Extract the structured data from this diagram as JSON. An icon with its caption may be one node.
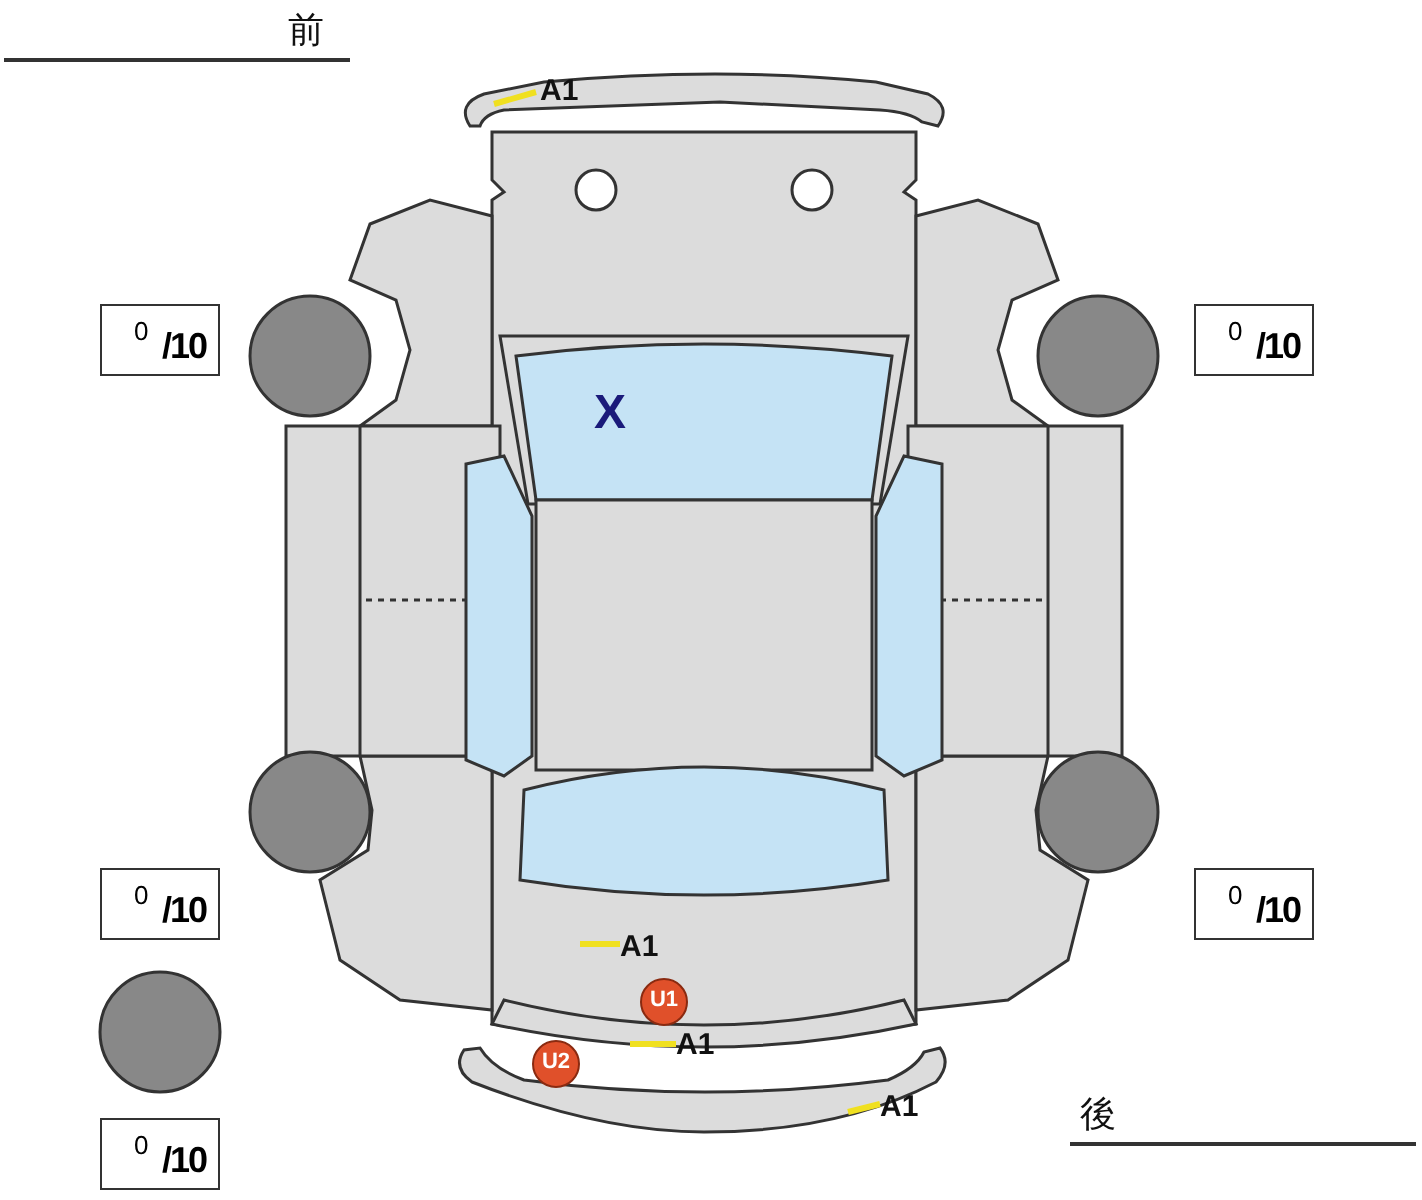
{
  "diagram": {
    "nodes": [
      {
        "text": [
          "0",
          "/10"
        ]
      },
      {
        "text": [
          "0",
          "/10"
        ]
      },
      {
        "text": [
          "0",
          "/10"
        ]
      },
      {
        "text": [
          "0",
          "/10"
        ]
      },
      {
        "text": [
          "U1"
        ]
      },
      {
        "text": [
          "U2"
        ]
      },
      {
        "text": [
          "0",
          "/10"
        ]
      }
    ],
    "labels": [
      "前",
      "A1",
      "X",
      "A1",
      "A1",
      "A1",
      "後"
    ]
  }
}
